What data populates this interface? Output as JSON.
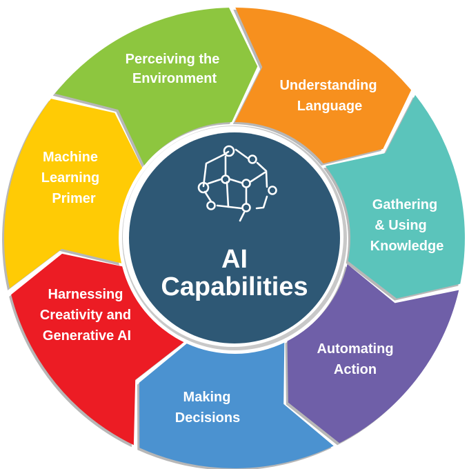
{
  "diagram": {
    "type": "cycle",
    "center": {
      "title_line1": "AI",
      "title_line2": "Capabilities",
      "icon": "brain-network-icon",
      "color": "#2e5875"
    },
    "segments": [
      {
        "id": "perceiving",
        "lines": [
          "Perceiving the",
          "Environment"
        ],
        "color": "#8dc63f"
      },
      {
        "id": "language",
        "lines": [
          "Understanding",
          "Language"
        ],
        "color": "#f7901e"
      },
      {
        "id": "knowledge",
        "lines": [
          "Gathering",
          "& Using",
          "Knowledge"
        ],
        "color": "#5bc4bb"
      },
      {
        "id": "action",
        "lines": [
          "Automating",
          "Action"
        ],
        "color": "#6f5fa8"
      },
      {
        "id": "decisions",
        "lines": [
          "Making",
          "Decisions"
        ],
        "color": "#4b92d0"
      },
      {
        "id": "creativity",
        "lines": [
          "Harnessing",
          "Creativity and",
          "Generative AI"
        ],
        "color": "#ec1c24"
      },
      {
        "id": "ml-primer",
        "lines": [
          "Machine",
          "Learning",
          "Primer"
        ],
        "color": "#ffcb05"
      }
    ],
    "shadow_color": "#b7b7b7"
  }
}
